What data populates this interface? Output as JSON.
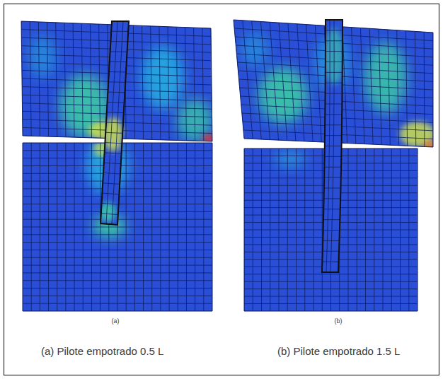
{
  "diagram": {
    "labels": [
      "(a)",
      "(b)",
      "(a) Pilote empotrado 0.5 L",
      "(b) Pilote empotrado 1.5 L"
    ]
  }
}
